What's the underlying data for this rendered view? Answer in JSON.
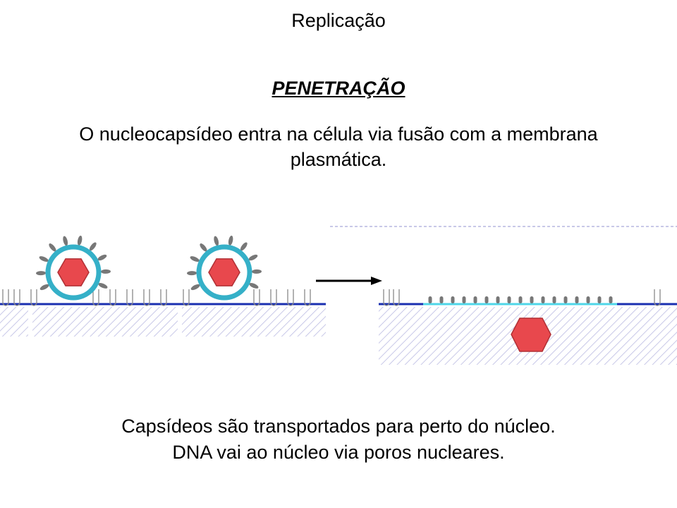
{
  "title": "Replicação",
  "heading": "PENETRAÇÃO",
  "intro": "O nucleocapsídeo entra na célula via fusão com a membrana plasmática.",
  "bottom_lines": [
    "Capsídeos são transportados para perto do núcleo.",
    "DNA vai ao núcleo via poros nucleares."
  ],
  "colors": {
    "capsid": "#e8484d",
    "envelope": "#35b0c8",
    "membrane": "#1a2fb0",
    "fused_membrane": "#4fd6e8",
    "spike": "#777777",
    "cytoplasm_hatch": "#c8c8e8",
    "arrow": "#000000"
  },
  "icons": {
    "arrow": "right-arrow-icon"
  }
}
